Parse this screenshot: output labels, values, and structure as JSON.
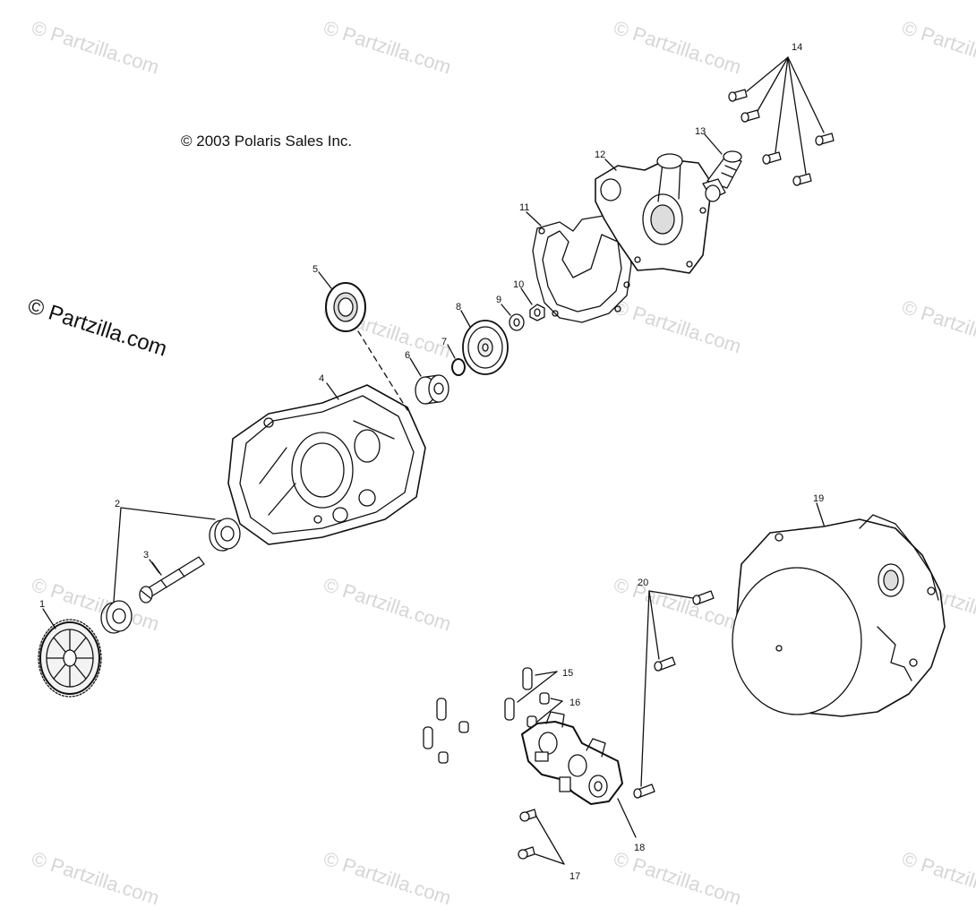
{
  "copyright": "© 2003 Polaris Sales Inc.",
  "watermark_main": "© Partzilla.com",
  "watermark_faint": "© Partzilla.com",
  "callouts": [
    "1",
    "2",
    "3",
    "4",
    "5",
    "6",
    "7",
    "8",
    "9",
    "10",
    "11",
    "12",
    "13",
    "14",
    "15",
    "16",
    "17",
    "18",
    "19",
    "20"
  ],
  "colors": {
    "line": "#111111",
    "watermark": "#d6d6d6"
  }
}
